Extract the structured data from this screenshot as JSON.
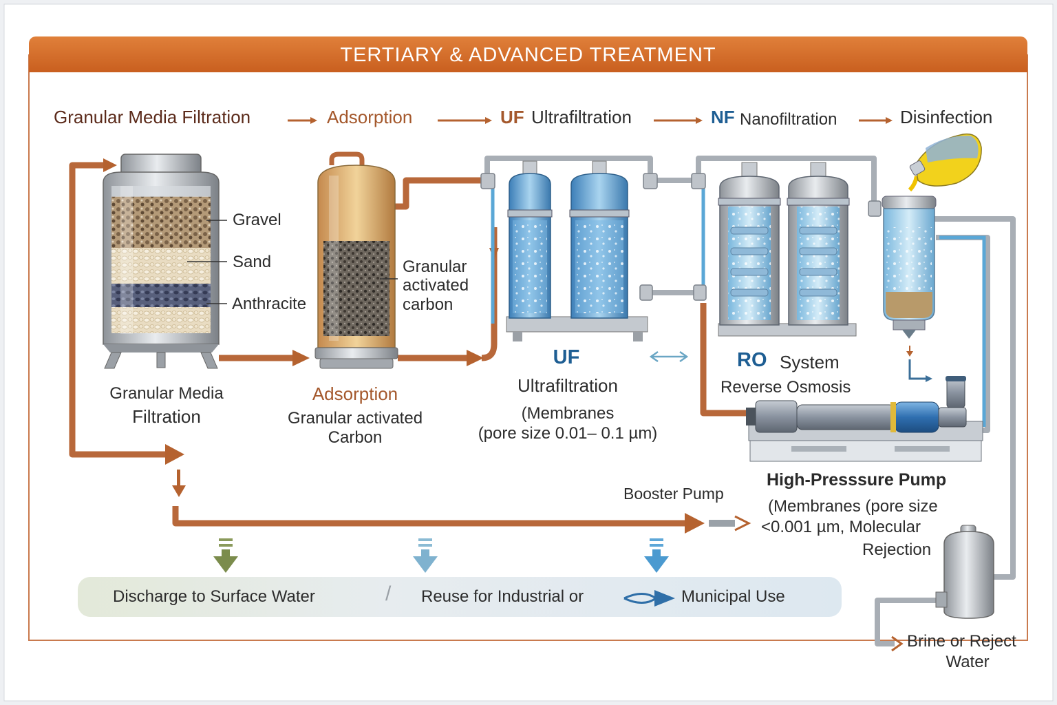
{
  "banner": {
    "title": "TERTIARY & ADVANCED TREATMENT"
  },
  "flow": {
    "step1": "Granular Media Filtration",
    "step2": "Adsorption",
    "step3_abbr": "UF",
    "step3_name": "Ultrafiltration",
    "step4_abbr": "NF",
    "step4_name": "Nanofiltration",
    "step5": "Disinfection"
  },
  "filter": {
    "layers": [
      "Gravel",
      "Sand",
      "Anthracite"
    ],
    "caption_line1": "Granular Media",
    "caption_line2": "Filtration"
  },
  "adsorption": {
    "media_label": [
      "Granular",
      "activated",
      "carbon"
    ],
    "title": "Adsorption",
    "caption_line1": "Granular activated",
    "caption_line2": "Carbon"
  },
  "uf": {
    "abbr": "UF",
    "name": "Ultrafiltration",
    "detail_line1": "(Membranes",
    "detail_line2": "(pore size 0.01– 0.1 µm)"
  },
  "ro": {
    "abbr": "RO",
    "system": "System",
    "name": "Reverse Osmosis"
  },
  "pump": {
    "title": "High-Presssure Pump",
    "detail_line1": "(Membranes  (pore size",
    "detail_line2": "<0.001 µm,  Molecular",
    "detail_line3": "Rejection"
  },
  "booster": {
    "label": "Booster Pump"
  },
  "outcomes": {
    "discharge": "Discharge to Surface Water",
    "reuse": "Reuse for Industrial or",
    "municipal": "Municipal Use"
  },
  "brine": {
    "line1": "Brine or Reject",
    "line2": "Water"
  },
  "colors": {
    "accent": "#d4692a",
    "pipe": "#b8683a",
    "water": "#5aa7d6",
    "title_blue": "#1e5e93"
  }
}
